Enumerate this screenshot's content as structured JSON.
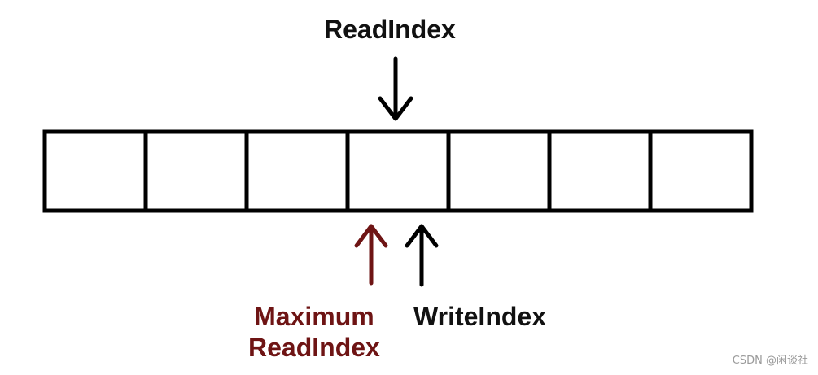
{
  "labels": {
    "read_index": "ReadIndex",
    "maximum_read_index_line1": "Maximum",
    "maximum_read_index_line2": "ReadIndex",
    "write_index": "WriteIndex"
  },
  "buffer": {
    "cell_count": 7
  },
  "colors": {
    "outline": "#000000",
    "maximum_read_index": "#6e1414",
    "text": "#111111"
  },
  "watermark": "CSDN @闲谈社"
}
